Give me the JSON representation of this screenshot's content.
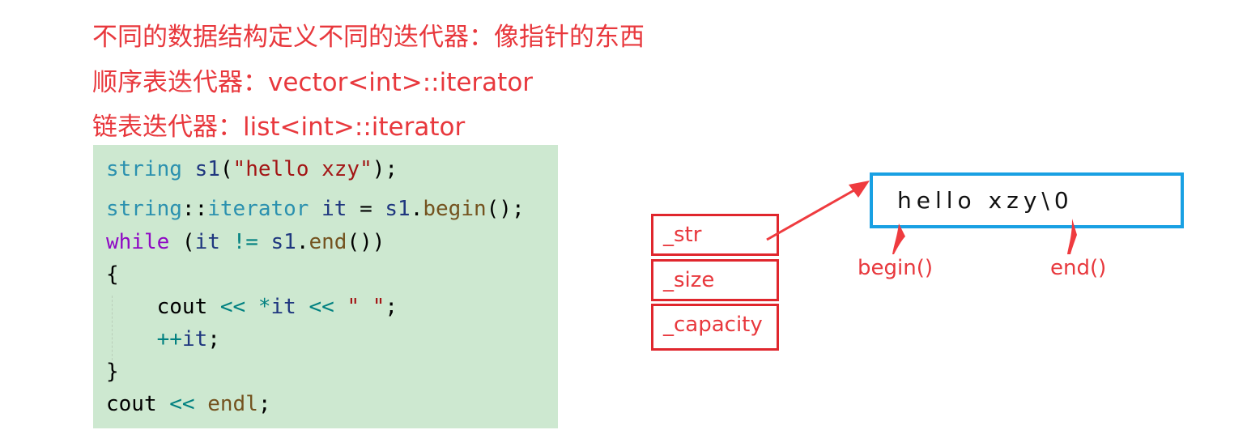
{
  "headings": {
    "line1": "不同的数据结构定义不同的迭代器：像指针的东西",
    "line2": "顺序表迭代器：vector<int>::iterator",
    "line3": "链表迭代器：list<int>::iterator"
  },
  "code": {
    "line1": [
      {
        "text": "string",
        "style": "type"
      },
      {
        "text": " ",
        "style": "punc"
      },
      {
        "text": "s1",
        "style": "ident"
      },
      {
        "text": "(",
        "style": "punc"
      },
      {
        "text": "\"hello xzy\"",
        "style": "str"
      },
      {
        "text": ");",
        "style": "punc"
      }
    ],
    "line2": [
      {
        "text": "string",
        "style": "type"
      },
      {
        "text": "::",
        "style": "punc"
      },
      {
        "text": "iterator",
        "style": "type"
      },
      {
        "text": " ",
        "style": "punc"
      },
      {
        "text": "it",
        "style": "ident"
      },
      {
        "text": " = ",
        "style": "punc"
      },
      {
        "text": "s1",
        "style": "ident"
      },
      {
        "text": ".",
        "style": "punc"
      },
      {
        "text": "begin",
        "style": "func"
      },
      {
        "text": "();",
        "style": "punc"
      }
    ],
    "line3": [
      {
        "text": "while",
        "style": "kw"
      },
      {
        "text": " (",
        "style": "punc"
      },
      {
        "text": "it",
        "style": "ident"
      },
      {
        "text": " ",
        "style": "punc"
      },
      {
        "text": "!=",
        "style": "op"
      },
      {
        "text": " ",
        "style": "punc"
      },
      {
        "text": "s1",
        "style": "ident"
      },
      {
        "text": ".",
        "style": "punc"
      },
      {
        "text": "end",
        "style": "func"
      },
      {
        "text": "())",
        "style": "punc"
      }
    ],
    "line4": [
      {
        "text": "{",
        "style": "punc"
      }
    ],
    "line5": [
      {
        "text": "    cout",
        "style": "punc"
      },
      {
        "text": " ",
        "style": "punc"
      },
      {
        "text": "<<",
        "style": "op"
      },
      {
        "text": " ",
        "style": "punc"
      },
      {
        "text": "*",
        "style": "op"
      },
      {
        "text": "it",
        "style": "ident"
      },
      {
        "text": " ",
        "style": "punc"
      },
      {
        "text": "<<",
        "style": "op"
      },
      {
        "text": " ",
        "style": "punc"
      },
      {
        "text": "\" \"",
        "style": "str"
      },
      {
        "text": ";",
        "style": "punc"
      }
    ],
    "line6": [
      {
        "text": "    ",
        "style": "punc"
      },
      {
        "text": "++",
        "style": "op"
      },
      {
        "text": "it",
        "style": "ident"
      },
      {
        "text": ";",
        "style": "punc"
      }
    ],
    "line7": [
      {
        "text": "}",
        "style": "punc"
      }
    ],
    "line8": [
      {
        "text": "cout",
        "style": "punc"
      },
      {
        "text": " ",
        "style": "punc"
      },
      {
        "text": "<<",
        "style": "op"
      },
      {
        "text": " ",
        "style": "punc"
      },
      {
        "text": "endl",
        "style": "func"
      },
      {
        "text": ";",
        "style": "punc"
      }
    ]
  },
  "struct_fields": {
    "str": "_str",
    "size": "_size",
    "capacity": "_capacity"
  },
  "buffer": {
    "content": "hello xzy\\0"
  },
  "pointer_labels": {
    "begin": "begin()",
    "end": "end()"
  },
  "colors": {
    "heading_red": "#e8383d",
    "struct_border": "#e0262d",
    "buffer_border": "#19a0e3",
    "code_bg": "#cde8d0",
    "arrow": "#ef3b3f"
  }
}
